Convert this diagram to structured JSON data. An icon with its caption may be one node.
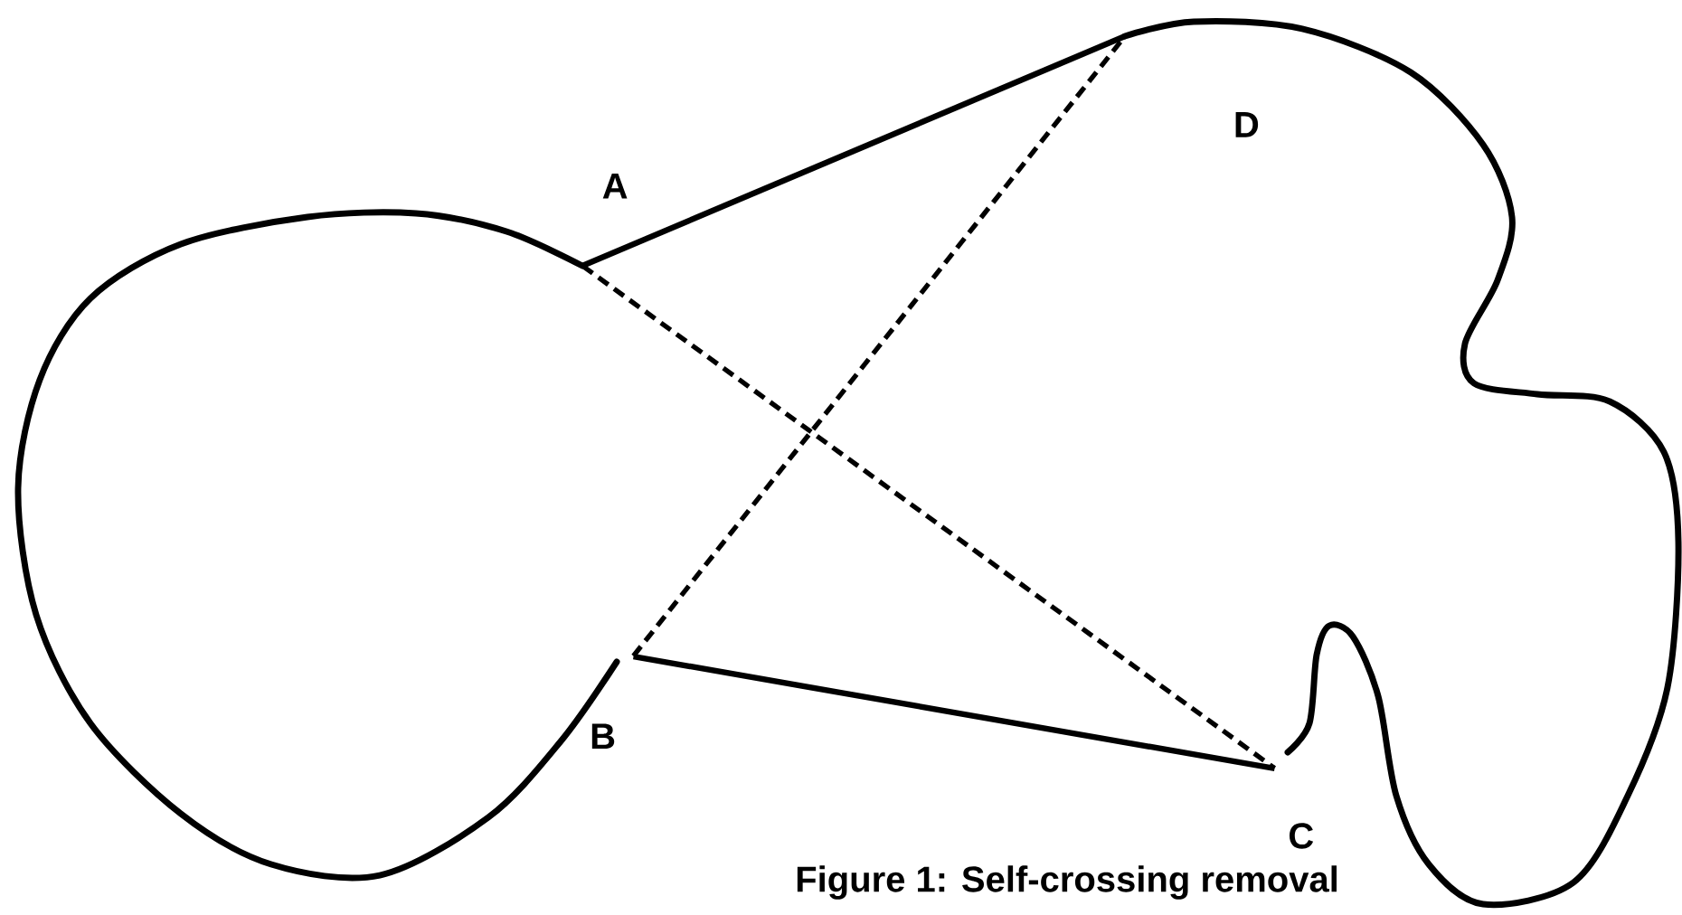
{
  "diagram": {
    "caption": "Figure 1: Self-crossing removal",
    "nodes": [
      {
        "text": [
          "A"
        ]
      },
      {
        "text": [
          "D"
        ]
      },
      {
        "text": [
          "B"
        ]
      },
      {
        "text": [
          "C"
        ]
      }
    ],
    "edges": [
      {
        "from": 0,
        "to": 1,
        "arrow": "none"
      },
      {
        "from": 2,
        "to": 3,
        "arrow": "none"
      },
      {
        "from": 0,
        "to": 3,
        "arrow": "none",
        "style": "dashed"
      },
      {
        "from": 2,
        "to": 1,
        "arrow": "none",
        "style": "dashed"
      }
    ]
  }
}
